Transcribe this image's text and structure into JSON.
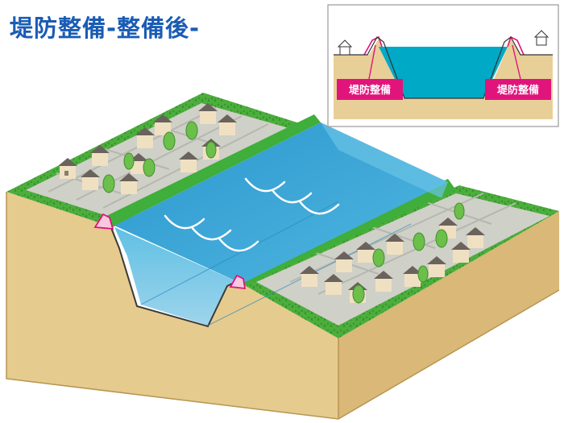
{
  "title": "堤防整備-整備後-",
  "inset": {
    "label_left": "堤防整備",
    "label_right": "堤防整備"
  },
  "colors": {
    "title": "#1a5cb4",
    "water": "#00a9c6",
    "river_surface": "#3ea6d6",
    "grass": "#4caf3e",
    "soil": "#e3c98d",
    "levee_marker": "#e0147b"
  }
}
